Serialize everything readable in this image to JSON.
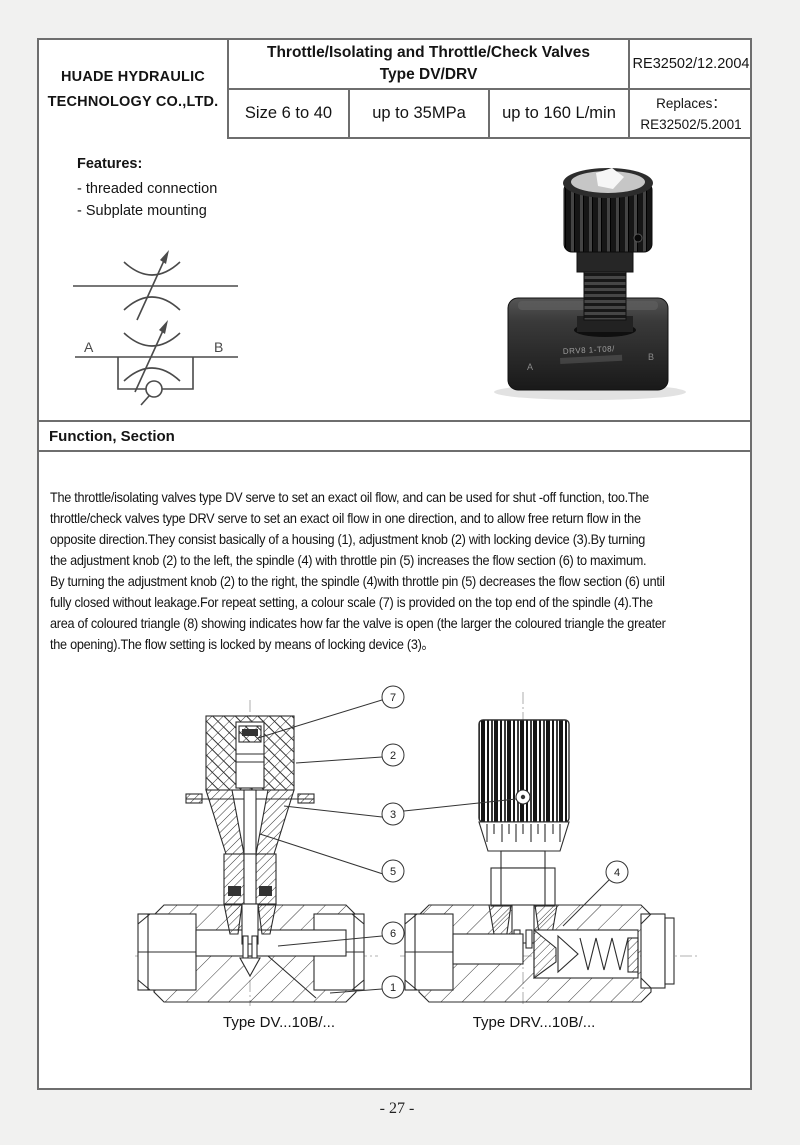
{
  "page": {
    "number": "- 27 -"
  },
  "header": {
    "company_line1": "HUADE  HYDRAULIC",
    "company_line2": "TECHNOLOGY  CO.,LTD.",
    "title_line1": "Throttle/Isolating and Throttle/Check  Valves",
    "title_line2": "Type DV/DRV",
    "doc_number": "RE32502/12.2004",
    "replaces_label": "Replaces：",
    "replaces_number": "RE32502/5.2001",
    "spec_size": "Size 6 to 40",
    "spec_pressure": "up to 35MPa",
    "spec_flow": "up to 160 L/min"
  },
  "features": {
    "heading": "Features:",
    "item1": "- threaded connection",
    "item2": "- Subplate mounting",
    "port_a": "A",
    "port_b": "B"
  },
  "function_section": {
    "heading": "Function, Section",
    "lines": [
      "The throttle/isolating valves type DV serve to set an exact oil flow, and can be used for shut -off function, too.The",
      "throttle/check valves type DRV serve to set an exact oil flow in one direction, and to allow free return flow in the",
      "opposite direction.They consist basically of a housing (1), adjustment knob (2) with locking device (3).By turning",
      "the adjustment knob (2) to the left, the spindle (4) with throttle pin (5) increases the flow section (6) to maximum.",
      "By turning the adjustment knob (2) to the right, the spindle (4)with throttle pin (5) decreases the flow section (6) until",
      "fully closed without leakage.For repeat setting, a colour scale (7) is provided on the top end of the spindle (4).The",
      "area of coloured triangle (8) showing indicates how far the valve is open (the larger the coloured triangle the greater",
      "the opening).The flow setting is locked by means of locking device (3)。"
    ]
  },
  "photo": {
    "stamp": "DRV8 1-T08/",
    "port_a": "A",
    "port_b": "B"
  },
  "drawings": {
    "caption_left": "Type DV...10B/...",
    "caption_right": "Type DRV...10B/...",
    "callouts": {
      "c7": "7",
      "c2": "2",
      "c3": "3",
      "c5": "5",
      "c6": "6",
      "c1": "1",
      "c4": "4"
    }
  }
}
